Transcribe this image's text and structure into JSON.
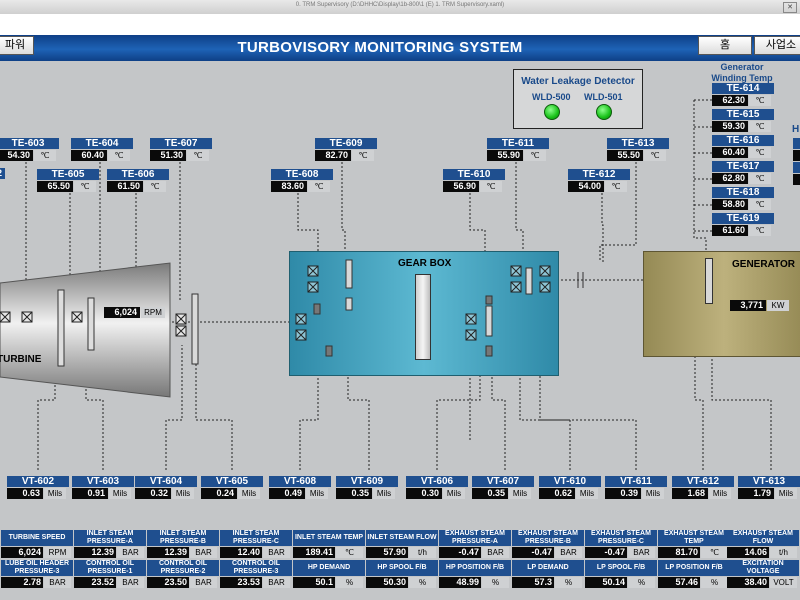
{
  "window": {
    "title": "0. TRM Supervisory (D:\\DHHC\\Display\\1b-800\\1 (E) 1. TRM Supervisory.xaml)"
  },
  "header": {
    "left_button": "파워",
    "title": "TURBOVISORY MONITORING SYSTEM",
    "home_button": "홈",
    "user_button": "사업소"
  },
  "wld": {
    "title": "Water Leakage Detector",
    "items": [
      {
        "label": "WLD-500",
        "color": "#1ed01e"
      },
      {
        "label": "WLD-501",
        "color": "#1ed01e"
      }
    ]
  },
  "labels": {
    "generator_winding": "Generator Winding Temp",
    "gearbox": "GEAR BOX",
    "generator": "GENERATOR",
    "turbine": "TURBINE",
    "h_partial": "H"
  },
  "turbine_speed": {
    "value": "6,024",
    "unit": "RPM"
  },
  "generator_power": {
    "value": "3,771",
    "unit": "KW"
  },
  "te_tags": [
    {
      "name": "TE-603",
      "value": "54.30",
      "unit": "℃"
    },
    {
      "name": "TE-604",
      "value": "60.40",
      "unit": "℃"
    },
    {
      "name": "TE-607",
      "value": "51.30",
      "unit": "℃"
    },
    {
      "name": "TE-605",
      "value": "65.50",
      "unit": "℃"
    },
    {
      "name": "TE-606",
      "value": "61.50",
      "unit": "℃"
    },
    {
      "name": "TE-609",
      "value": "82.70",
      "unit": "℃"
    },
    {
      "name": "TE-608",
      "value": "83.60",
      "unit": "℃"
    },
    {
      "name": "TE-611",
      "value": "55.90",
      "unit": "℃"
    },
    {
      "name": "TE-610",
      "value": "56.90",
      "unit": "℃"
    },
    {
      "name": "TE-613",
      "value": "55.50",
      "unit": "℃"
    },
    {
      "name": "TE-612",
      "value": "54.00",
      "unit": "℃"
    },
    {
      "name": "TE-614",
      "value": "62.30",
      "unit": "℃"
    },
    {
      "name": "TE-615",
      "value": "59.30",
      "unit": "℃"
    },
    {
      "name": "TE-616",
      "value": "60.40",
      "unit": "℃"
    },
    {
      "name": "TE-617",
      "value": "62.80",
      "unit": "℃"
    },
    {
      "name": "TE-618",
      "value": "58.80",
      "unit": "℃"
    },
    {
      "name": "TE-619",
      "value": "61.60",
      "unit": "℃"
    }
  ],
  "partial_left": {
    "value": "2"
  },
  "vt_tags": [
    {
      "name": "VT-602",
      "value": "0.63",
      "unit": "Mils"
    },
    {
      "name": "VT-603",
      "value": "0.91",
      "unit": "Mils"
    },
    {
      "name": "VT-604",
      "value": "0.32",
      "unit": "Mils"
    },
    {
      "name": "VT-605",
      "value": "0.24",
      "unit": "Mils"
    },
    {
      "name": "VT-608",
      "value": "0.49",
      "unit": "Mils"
    },
    {
      "name": "VT-609",
      "value": "0.35",
      "unit": "Mils"
    },
    {
      "name": "VT-606",
      "value": "0.30",
      "unit": "Mils"
    },
    {
      "name": "VT-607",
      "value": "0.35",
      "unit": "Mils"
    },
    {
      "name": "VT-610",
      "value": "0.62",
      "unit": "Mils"
    },
    {
      "name": "VT-611",
      "value": "0.39",
      "unit": "Mils"
    },
    {
      "name": "VT-612",
      "value": "1.68",
      "unit": "Mils"
    },
    {
      "name": "VT-613",
      "value": "1.79",
      "unit": "Mils"
    }
  ],
  "bottom": [
    {
      "name": "TURBINE SPEED",
      "value": "6,024",
      "unit": "RPM"
    },
    {
      "name": "INLET STEAM PRESSURE-A",
      "value": "12.39",
      "unit": "BAR"
    },
    {
      "name": "INLET STEAM PRESSURE-B",
      "value": "12.39",
      "unit": "BAR"
    },
    {
      "name": "INLET STEAM PRESSURE-C",
      "value": "12.40",
      "unit": "BAR"
    },
    {
      "name": "INLET STEAM TEMP",
      "value": "189.41",
      "unit": "℃"
    },
    {
      "name": "INLET STEAM FLOW",
      "value": "57.90",
      "unit": "t/h"
    },
    {
      "name": "EXHAUST STEAM PRESSURE-A",
      "value": "-0.47",
      "unit": "BAR"
    },
    {
      "name": "EXHAUST STEAM PRESSURE-B",
      "value": "-0.47",
      "unit": "BAR"
    },
    {
      "name": "EXHAUST STEAM PRESSURE-C",
      "value": "-0.47",
      "unit": "BAR"
    },
    {
      "name": "EXHAUST STEAM TEMP",
      "value": "81.70",
      "unit": "℃"
    },
    {
      "name": "EXHAUST STEAM FLOW",
      "value": "14.06",
      "unit": "t/h"
    },
    {
      "name": "LUBE OIL HEADER PRESSURE-3",
      "value": "2.78",
      "unit": "BAR"
    },
    {
      "name": "CONTROL OIL PRESSURE-1",
      "value": "23.52",
      "unit": "BAR"
    },
    {
      "name": "CONTROL OIL PRESSURE-2",
      "value": "23.50",
      "unit": "BAR"
    },
    {
      "name": "CONTROL OIL PRESSURE-3",
      "value": "23.53",
      "unit": "BAR"
    },
    {
      "name": "HP DEMAND",
      "value": "50.1",
      "unit": "%"
    },
    {
      "name": "HP SPOOL F/B",
      "value": "50.30",
      "unit": "%"
    },
    {
      "name": "HP POSITION F/B",
      "value": "48.99",
      "unit": "%"
    },
    {
      "name": "LP DEMAND",
      "value": "57.3",
      "unit": "%"
    },
    {
      "name": "LP SPOOL F/B",
      "value": "50.14",
      "unit": "%"
    },
    {
      "name": "LP POSITION F/B",
      "value": "57.46",
      "unit": "%"
    },
    {
      "name": "EXCITATION VOLTAGE",
      "value": "38.40",
      "unit": "VOLT"
    }
  ]
}
